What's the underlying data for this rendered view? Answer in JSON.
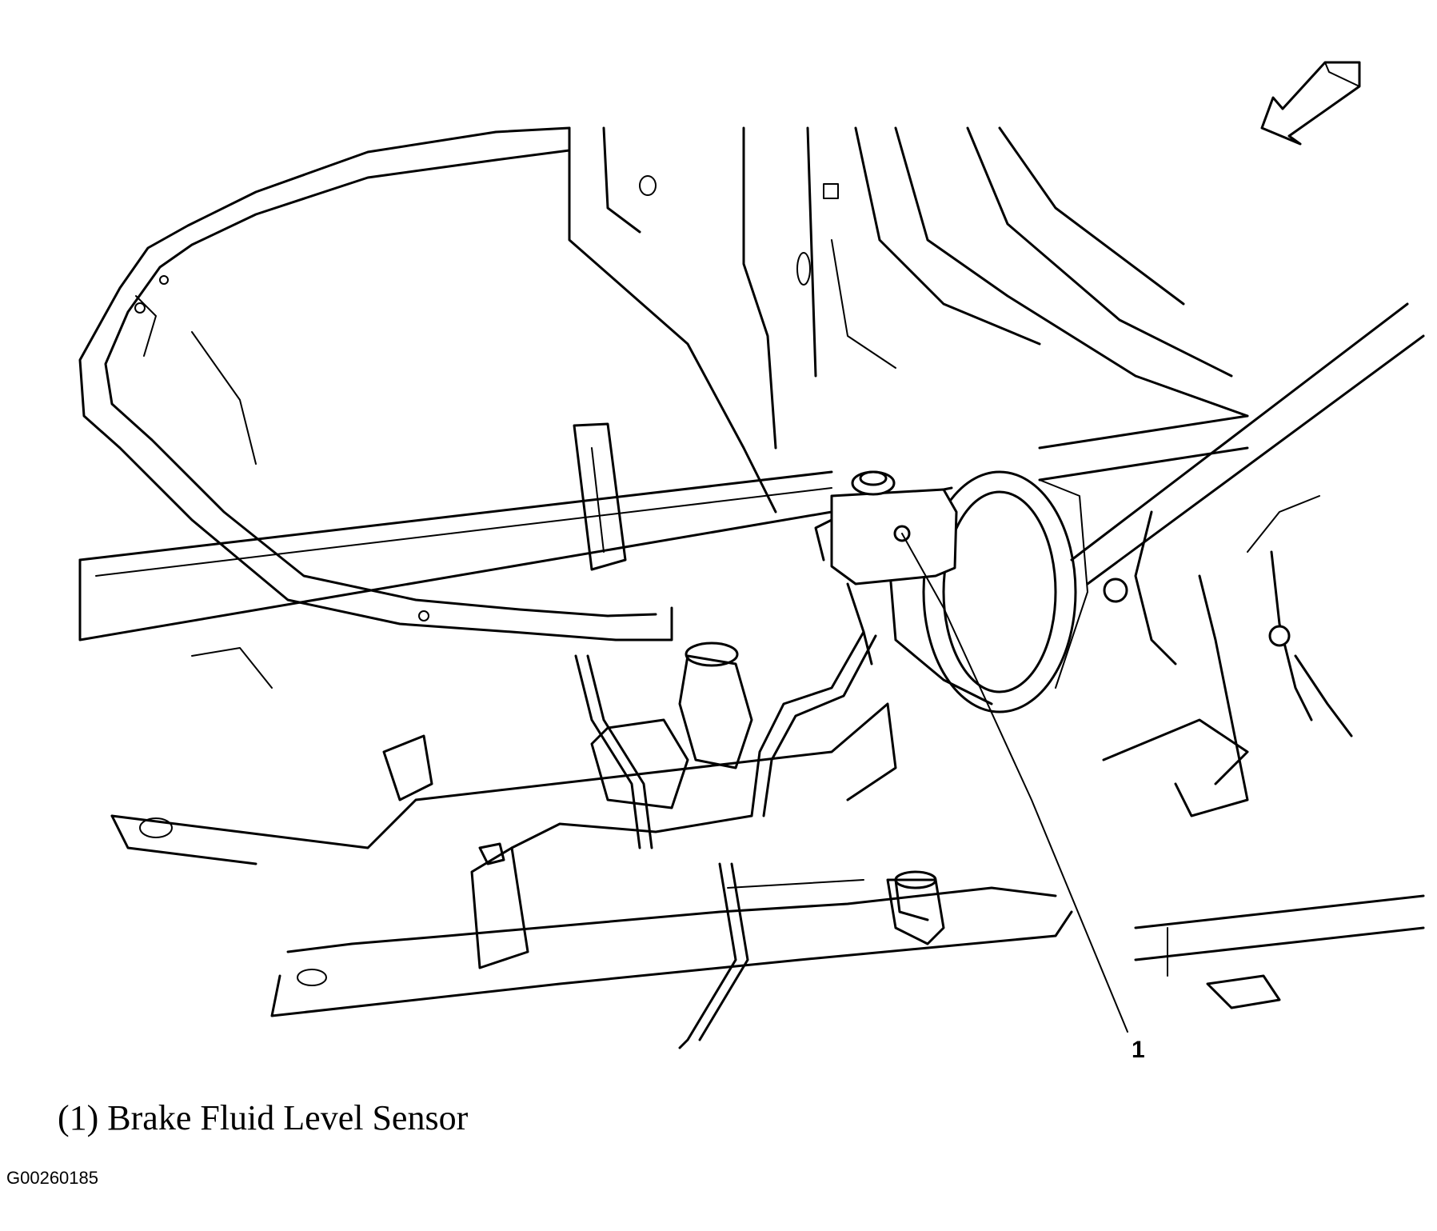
{
  "figure": {
    "callout_number": "1",
    "caption": "(1) Brake Fluid Level Sensor",
    "figure_id": "G00260185"
  },
  "colors": {
    "line": "#000000",
    "background": "#ffffff"
  },
  "icons": {
    "orientation_arrow": "direction-arrow-icon"
  }
}
